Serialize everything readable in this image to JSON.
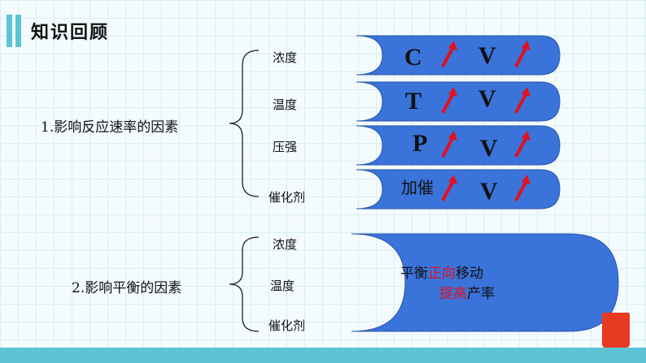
{
  "header": {
    "title": "知识回顾"
  },
  "section1": {
    "label": "1.影响反应速率的因素",
    "factors": [
      "浓度",
      "温度",
      "压强",
      "催化剂"
    ],
    "rows": [
      {
        "cause": "C",
        "effect": "V"
      },
      {
        "cause": "T",
        "effect": "V"
      },
      {
        "cause": "P",
        "effect": "V"
      },
      {
        "cause": "加催",
        "effect": "V"
      }
    ]
  },
  "section2": {
    "label": "2.影响平衡的因素",
    "factors": [
      "浓度",
      "温度",
      "催化剂"
    ],
    "result_line1": {
      "prefix": "平衡",
      "highlight": "正向",
      "suffix": "移动"
    },
    "result_line2": {
      "highlight": "提高",
      "suffix": "产率"
    }
  },
  "colors": {
    "capsule_fill": "#3a73d9",
    "arrow": "#e3101f",
    "accent": "#5fc3d6",
    "highlight": "#e3101f"
  },
  "icons": [
    "up-arrow-icon",
    "pencil-cup-icon"
  ]
}
